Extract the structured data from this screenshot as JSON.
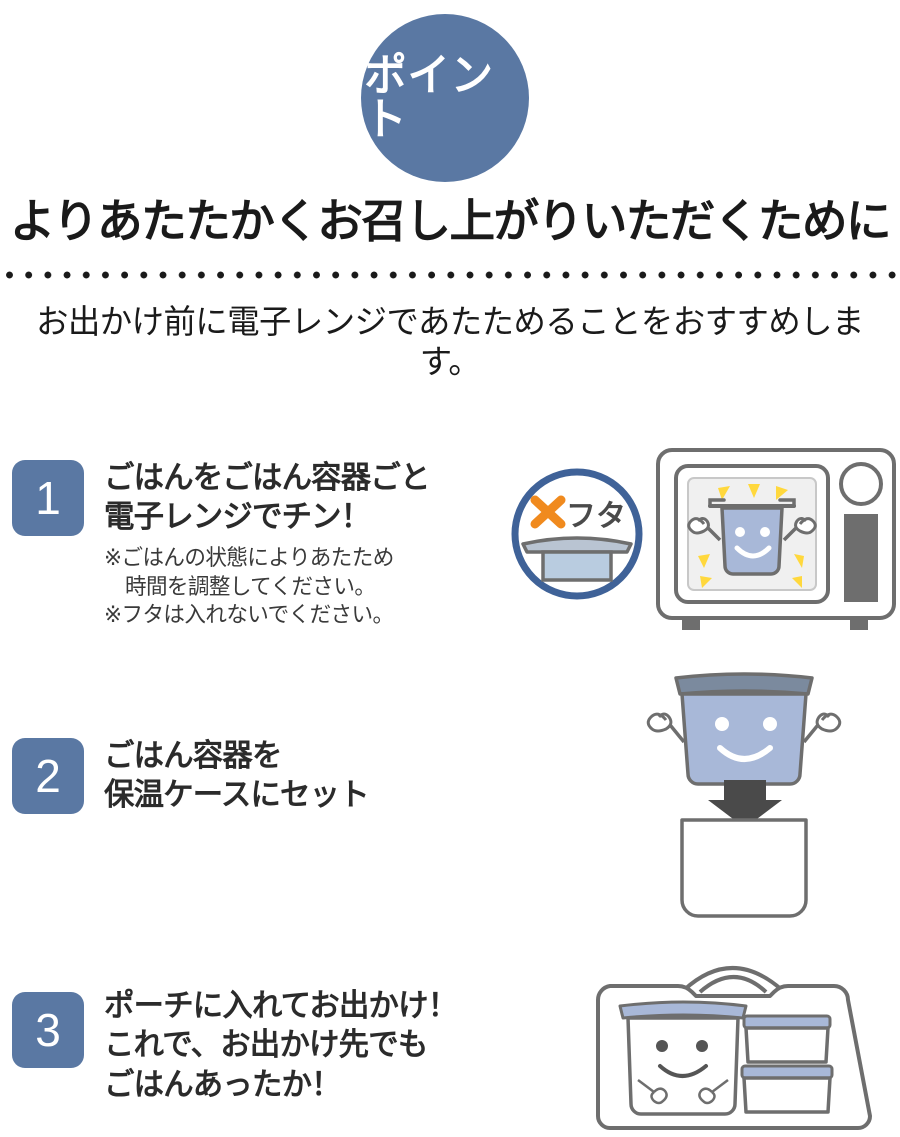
{
  "badge": {
    "label": "ポイント",
    "color": "#5a78a3"
  },
  "heading": {
    "title": "よりあたたかくお召し上がりいただくために",
    "subtitle": "お出かけ前に電子レンジであたためることをおすすめします。"
  },
  "steps": [
    {
      "number": "1",
      "text": "ごはんをごはん容器ごと\n電子レンジでチン！",
      "notes": "※ごはんの状態によりあたため\n　時間を調整してください。\n※フタは入れないでください。",
      "illustration": "microwave-with-smiling-rice-container",
      "warning_badge": {
        "mark": "✕",
        "label": "フタ",
        "mark_color": "#f08a1e",
        "ring_color": "#3f6298"
      }
    },
    {
      "number": "2",
      "text": "ごはん容器を\n保温ケースにセット",
      "notes": "",
      "illustration": "rice-container-inserted-into-warming-case"
    },
    {
      "number": "3",
      "text": "ポーチに入れてお出かけ！\nこれで、お出かけ先でも\nごはんあったか！",
      "notes": "",
      "illustration": "lunch-pouch-with-containers"
    }
  ],
  "colors": {
    "accent_blue": "#5a78a3",
    "container_body": "#a8b8d8",
    "container_lid": "#7b8a9e",
    "outline_gray": "#6e6e6e",
    "sparkle_yellow": "#ffd83d",
    "warning_orange": "#f08a1e",
    "text_dark": "#1a1a1a"
  }
}
